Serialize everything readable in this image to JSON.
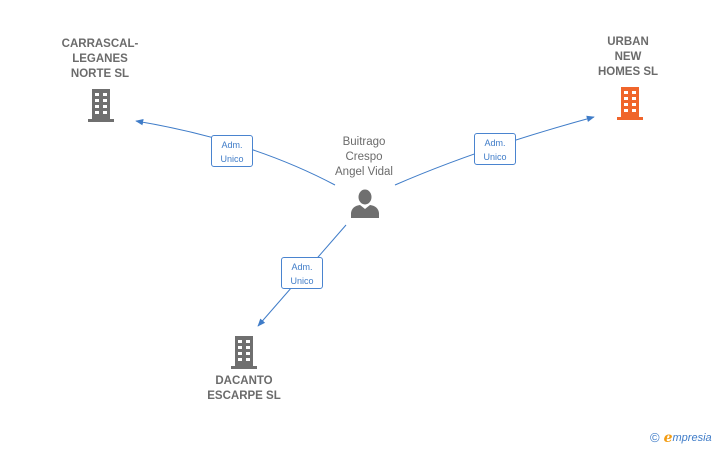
{
  "nodes": {
    "carrascal": {
      "label": "CARRASCAL-\nLEGANES\nNORTE SL",
      "icon": "building-icon",
      "color": "#6f6f6f"
    },
    "urban": {
      "label": "URBAN\nNEW\nHOMES  SL",
      "icon": "building-icon",
      "color": "#f0652b"
    },
    "dacanto": {
      "label": "DACANTO\nESCARPE SL",
      "icon": "building-icon",
      "color": "#6f6f6f"
    },
    "person": {
      "label": "Buitrago\nCrespo\nAngel Vidal",
      "icon": "person-icon",
      "color": "#6f6f6f"
    }
  },
  "edges": [
    {
      "target": "carrascal",
      "label": "Adm.\nUnico"
    },
    {
      "target": "urban",
      "label": "Adm.\nUnico"
    },
    {
      "target": "dacanto",
      "label": "Adm.\nUnico"
    }
  ],
  "edge_color": "#3f7cc8",
  "footer": {
    "copyright": "©",
    "brand_initial": "e",
    "brand_rest": "mpresia"
  }
}
